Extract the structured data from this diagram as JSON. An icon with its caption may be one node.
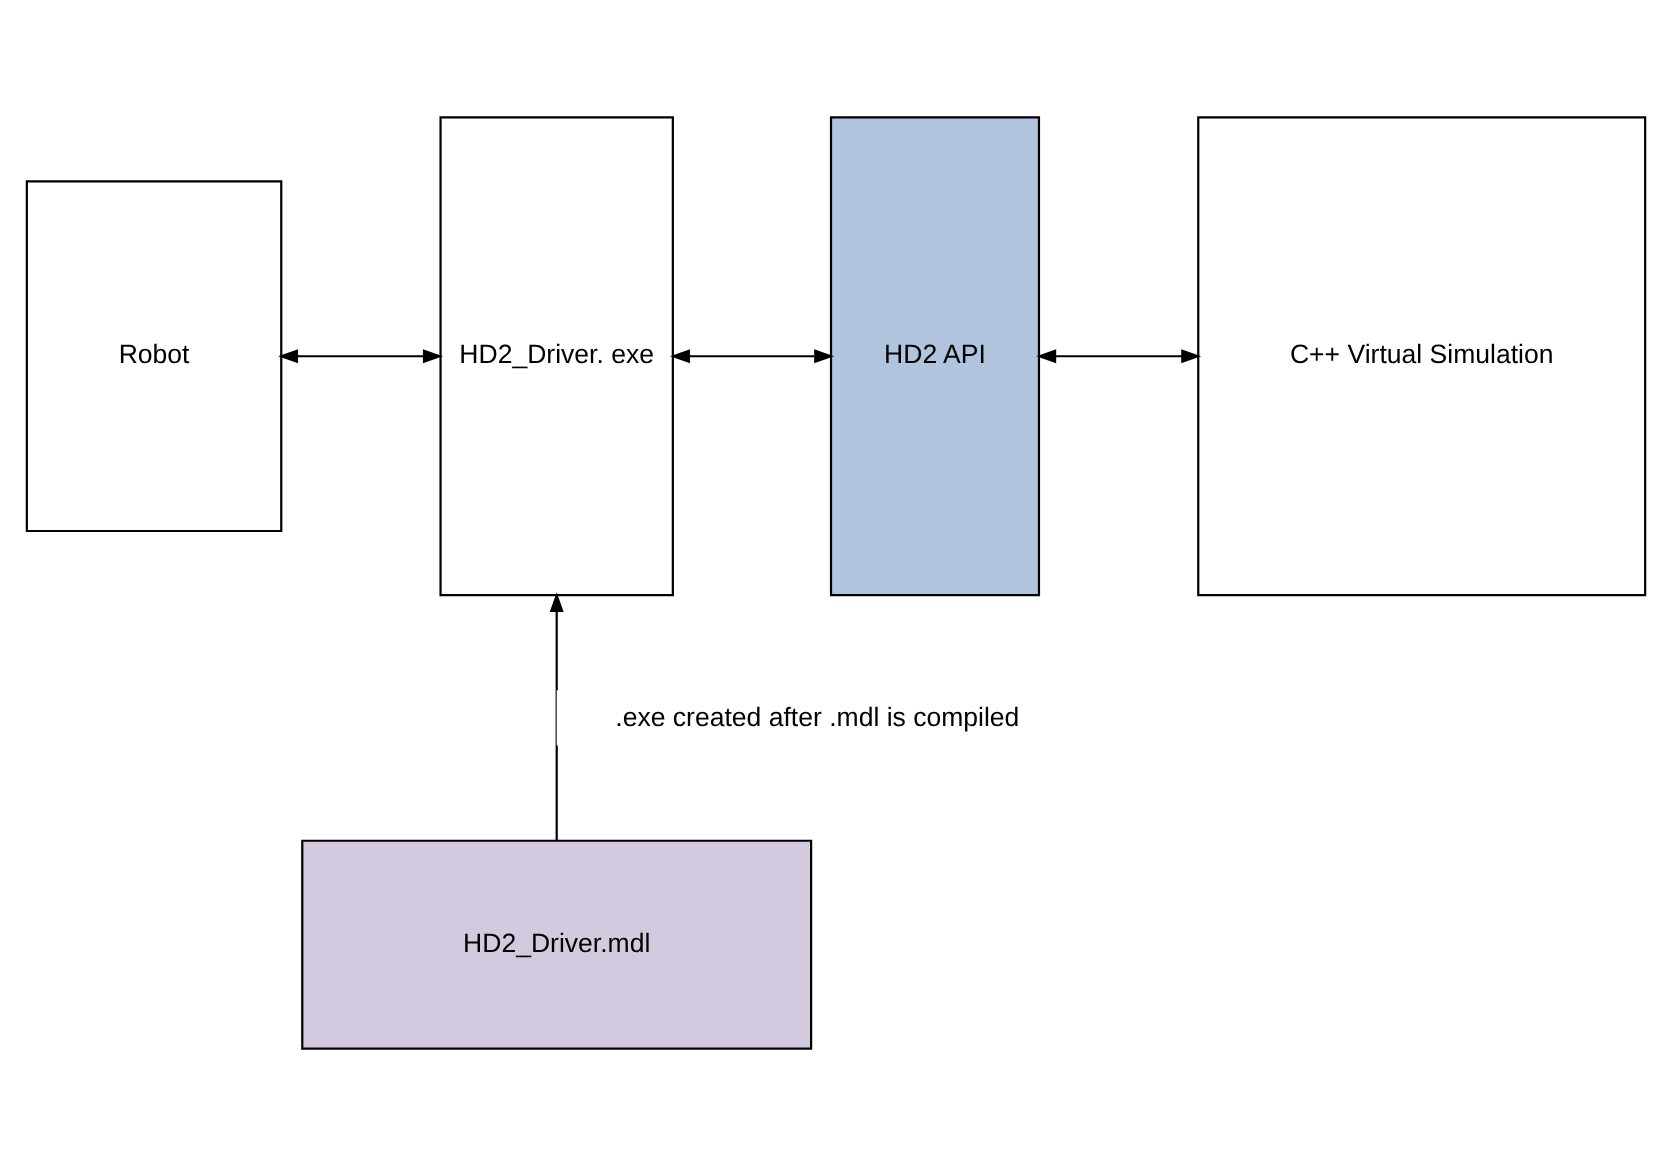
{
  "diagram": {
    "nodes": [
      {
        "text": [
          "Robot"
        ]
      },
      {
        "text": [
          "HD2_Driver. exe"
        ]
      },
      {
        "text": [
          "HD2 API"
        ]
      },
      {
        "text": [
          "C++ Virtual Simulation"
        ]
      },
      {
        "text": [
          "HD2_Driver.mdl"
        ]
      }
    ],
    "edges": [
      {
        "from": 0,
        "to": 1,
        "arrow": "both"
      },
      {
        "from": 1,
        "to": 2,
        "arrow": "both"
      },
      {
        "from": 2,
        "to": 3,
        "arrow": "both"
      },
      {
        "from": 4,
        "to": 1,
        "arrow": "to",
        "label": ".exe created after .mdl is compiled"
      }
    ]
  }
}
